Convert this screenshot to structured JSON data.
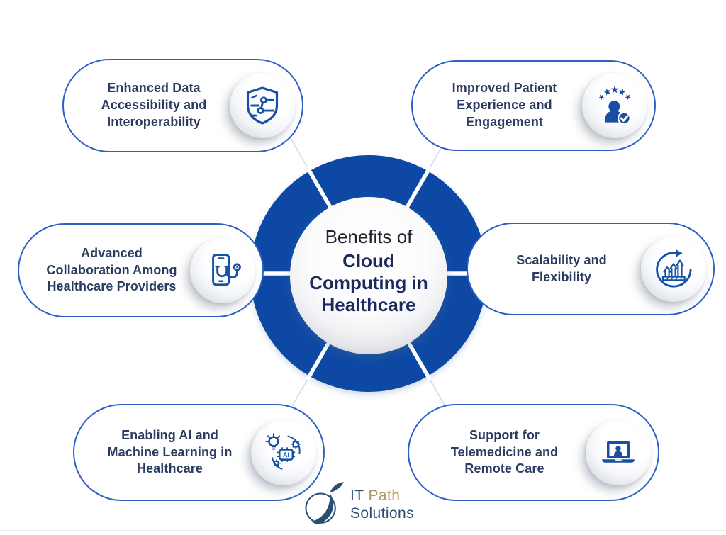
{
  "page": {
    "background": "#ffffff"
  },
  "colors": {
    "ring_blue": "#1149a4",
    "card_border_blue": "#2d5fc5",
    "icon_blue": "#1651a8",
    "icon_fill_blue": "#1a4ea2",
    "text_navy": "#2c3c60",
    "center_bold_navy": "#1a2a5e",
    "connector_gray": "#d9e2ee",
    "logo_navy": "#2a4d73",
    "logo_gold": "#b2955e"
  },
  "center": {
    "title_line1": "Benefits of",
    "title_bold_lines": [
      "Cloud",
      "Computing in",
      "Healthcare"
    ]
  },
  "cards": [
    {
      "id": "enhanced-data-accessibility",
      "label": "Enhanced Data Accessibility and Interoperability",
      "lines": [
        "Enhanced Data",
        "Accessibility and",
        "Interoperability"
      ],
      "icon": "shield-circuit-icon"
    },
    {
      "id": "improved-patient-experience",
      "label": "Improved Patient Experience and Engagement",
      "lines": [
        "Improved Patient",
        "Experience and",
        "Engagement"
      ],
      "icon": "patient-rating-icon"
    },
    {
      "id": "advanced-collaboration",
      "label": "Advanced Collaboration Among Healthcare Providers",
      "lines": [
        "Advanced",
        "Collaboration Among",
        "Healthcare Providers"
      ],
      "icon": "phone-stethoscope-icon"
    },
    {
      "id": "scalability-flexibility",
      "label": "Scalability and Flexibility",
      "lines": [
        "Scalability and",
        "Flexibility"
      ],
      "icon": "growth-arrows-icon"
    },
    {
      "id": "ai-machine-learning",
      "label": "Enabling AI and Machine Learning in Healthcare",
      "lines": [
        "Enabling AI and",
        "Machine Learning in",
        "Healthcare"
      ],
      "icon": "ai-chip-icon",
      "chip_text": "AI"
    },
    {
      "id": "telemedicine-remote-care",
      "label": "Support for Telemedicine and Remote Care",
      "lines": [
        "Support for",
        "Telemedicine and",
        "Remote Care"
      ],
      "icon": "telemedicine-laptop-icon"
    }
  ],
  "logo": {
    "brand_part1": "IT",
    "brand_part2": "Path",
    "brand_line2": "Solutions"
  }
}
